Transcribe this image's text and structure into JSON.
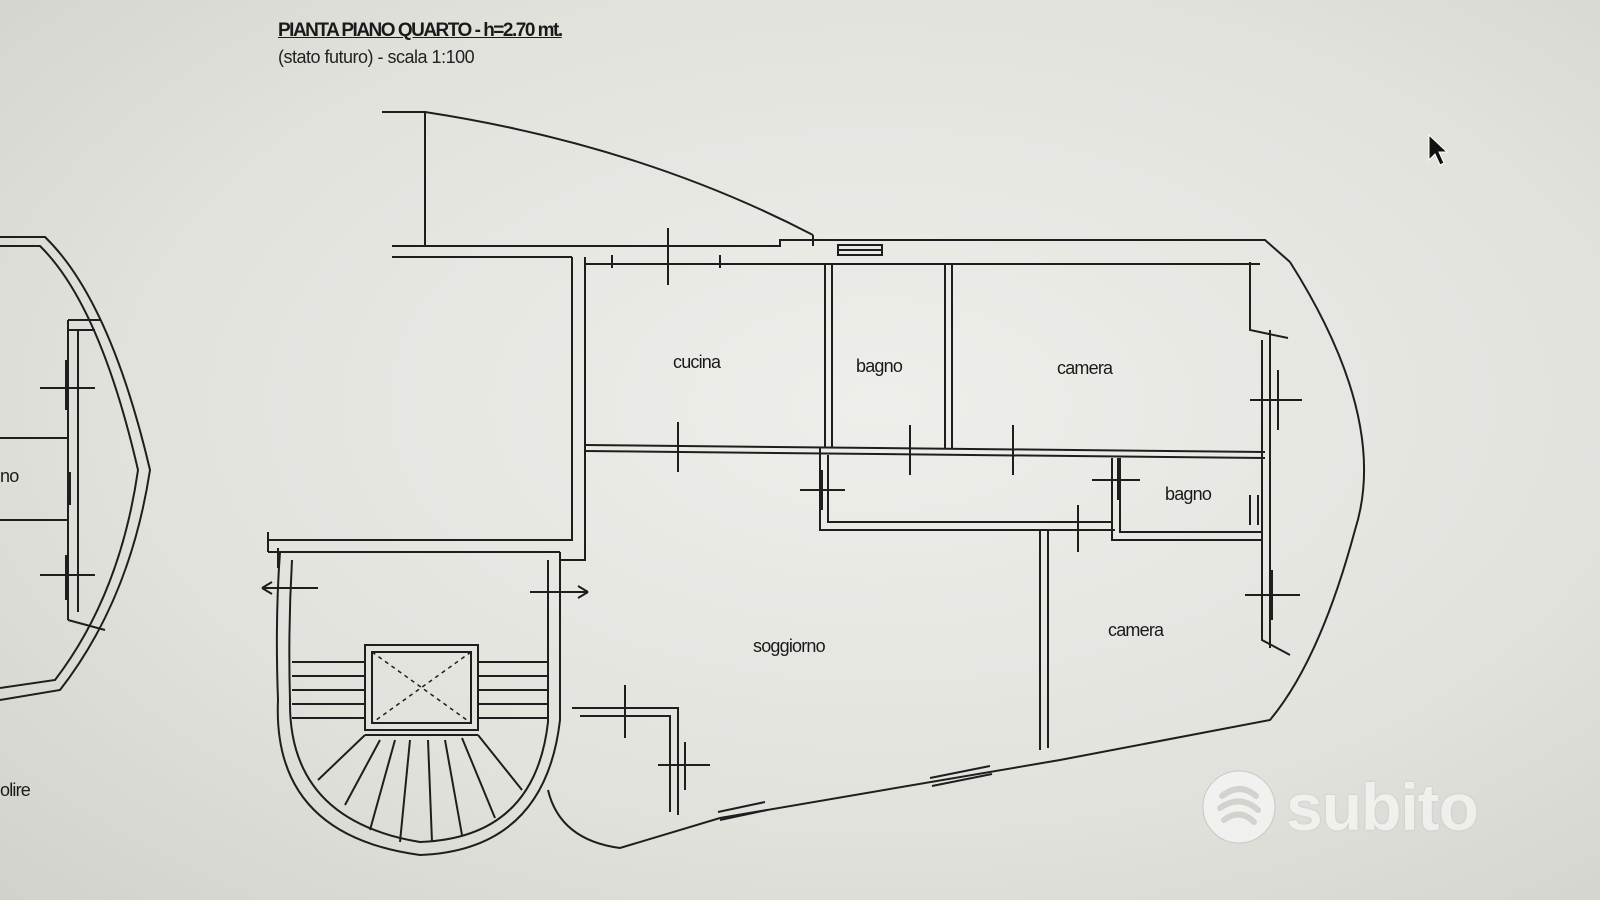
{
  "drawing": {
    "title": "PIANTA PIANO QUARTO - h=2.70 mt.",
    "subtitle": "(stato futuro) - scala 1:100"
  },
  "rooms": {
    "kitchen": "cucina",
    "bathroom_1": "bagno",
    "bedroom_1": "camera",
    "bathroom_2": "bagno",
    "living_room": "soggiorno",
    "bedroom_2": "camera"
  },
  "adjacent_plan": {
    "room_label": "no",
    "note_label": "olire"
  },
  "watermark": {
    "brand": "subito"
  }
}
